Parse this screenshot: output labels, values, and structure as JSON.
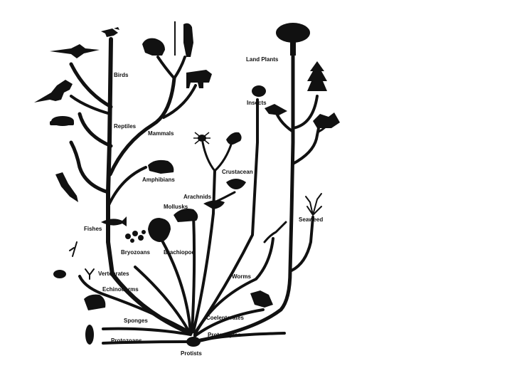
{
  "labels": {
    "birds": "Birds",
    "reptiles": "Reptiles",
    "mammals": "Mammals",
    "amphibians": "Amphibians",
    "fishes": "Fishes",
    "bryozoans": "Bryozoans",
    "brachiopod": "Brachiopod",
    "mollusks": "Mollusks",
    "arachnids": "Arachnids",
    "crustacean": "Crustacean",
    "insects": "Insects",
    "land_plants": "Land Plants",
    "seaweed": "Seaweed",
    "worms": "Worms",
    "vertebrates": "Vertebrates",
    "echinoderms": "Echinoderms",
    "sponges": "Sponges",
    "coelenterates": "Coelenterates",
    "protophytes": "Protophytes",
    "protozoans": "Protozoans",
    "protists": "Protists"
  },
  "colors": {
    "ink": "#111111",
    "background": "#ffffff"
  }
}
